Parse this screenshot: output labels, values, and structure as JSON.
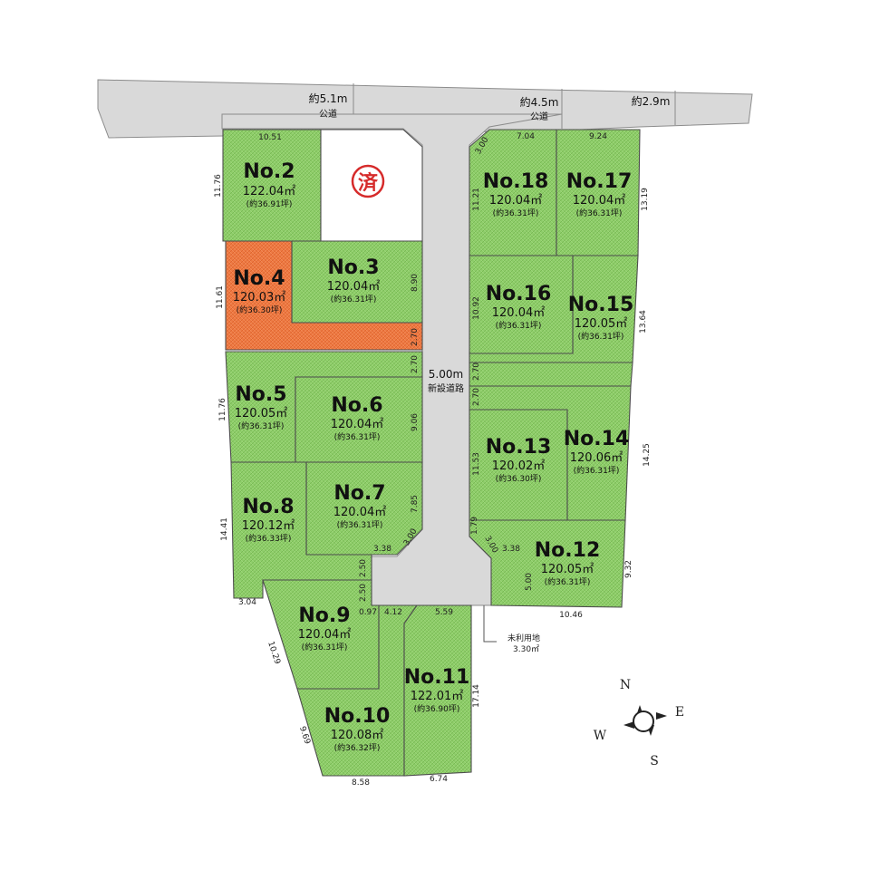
{
  "roads": {
    "public_road_1": {
      "width": "約5.1m",
      "name": "公道"
    },
    "public_road_2": {
      "width": "約4.5m",
      "name": "公道"
    },
    "public_road_3": {
      "width": "約2.9m"
    },
    "new_road": {
      "width": "5.00m",
      "name": "新設道路"
    }
  },
  "sold_mark": "済",
  "unused_land": {
    "name": "未利用地",
    "area": "3.30㎡"
  },
  "compass": {
    "n": "N",
    "e": "E",
    "s": "S",
    "w": "W"
  },
  "colors": {
    "lot": "#8fce6a",
    "sold": "#ee7a43",
    "road": "#d9d9d9"
  },
  "lots": [
    {
      "no": "No.2",
      "area": "122.04㎡",
      "tsubo": "(約36.91坪)"
    },
    {
      "no": "No.3",
      "area": "120.04㎡",
      "tsubo": "(約36.31坪)"
    },
    {
      "no": "No.4",
      "area": "120.03㎡",
      "tsubo": "(約36.30坪)"
    },
    {
      "no": "No.5",
      "area": "120.05㎡",
      "tsubo": "(約36.31坪)"
    },
    {
      "no": "No.6",
      "area": "120.04㎡",
      "tsubo": "(約36.31坪)"
    },
    {
      "no": "No.7",
      "area": "120.04㎡",
      "tsubo": "(約36.31坪)"
    },
    {
      "no": "No.8",
      "area": "120.12㎡",
      "tsubo": "(約36.33坪)"
    },
    {
      "no": "No.9",
      "area": "120.04㎡",
      "tsubo": "(約36.31坪)"
    },
    {
      "no": "No.10",
      "area": "120.08㎡",
      "tsubo": "(約36.32坪)"
    },
    {
      "no": "No.11",
      "area": "122.01㎡",
      "tsubo": "(約36.90坪)"
    },
    {
      "no": "No.12",
      "area": "120.05㎡",
      "tsubo": "(約36.31坪)"
    },
    {
      "no": "No.13",
      "area": "120.02㎡",
      "tsubo": "(約36.30坪)"
    },
    {
      "no": "No.14",
      "area": "120.06㎡",
      "tsubo": "(約36.31坪)"
    },
    {
      "no": "No.15",
      "area": "120.05㎡",
      "tsubo": "(約36.31坪)"
    },
    {
      "no": "No.16",
      "area": "120.04㎡",
      "tsubo": "(約36.31坪)"
    },
    {
      "no": "No.17",
      "area": "120.04㎡",
      "tsubo": "(約36.31坪)"
    },
    {
      "no": "No.18",
      "area": "120.04㎡",
      "tsubo": "(約36.31坪)"
    }
  ],
  "dims": {
    "d1051": "10.51",
    "d704": "7.04",
    "d924": "9.24",
    "d300a": "3.00",
    "d1176a": "11.76",
    "d1161": "11.61",
    "d1176b": "11.76",
    "d1441": "14.41",
    "d304": "3.04",
    "d1029": "10.29",
    "d969": "9.69",
    "d858": "8.58",
    "d674": "6.74",
    "d1714": "17.14",
    "d890": "8.90",
    "d270a": "2.70",
    "d270b": "2.70",
    "d270c": "2.70",
    "d270d": "2.70",
    "d906": "9.06",
    "d785": "7.85",
    "d338a": "3.38",
    "d300b": "3.00",
    "d250a": "2.50",
    "d250b": "2.50",
    "d097": "0.97",
    "d412": "4.12",
    "d559": "5.59",
    "d1121": "11.21",
    "d1319": "13.19",
    "d1092": "10.92",
    "d1364": "13.64",
    "d1153": "11.53",
    "d1425": "14.25",
    "d179": "1.79",
    "d300c": "3.00",
    "d338b": "3.38",
    "d932": "9.32",
    "d500": "5.00",
    "d1046": "10.46"
  }
}
